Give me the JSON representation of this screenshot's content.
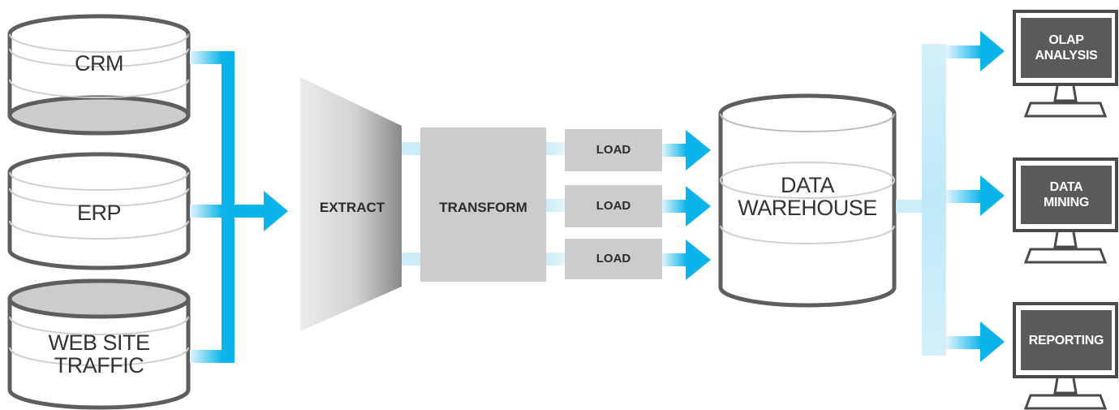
{
  "sources": [
    {
      "id": "crm",
      "label": "CRM"
    },
    {
      "id": "erp",
      "label": "ERP"
    },
    {
      "id": "web",
      "label": "WEB SITE\nTRAFFIC"
    }
  ],
  "extract": {
    "label": "EXTRACT"
  },
  "transform": {
    "label": "TRANSFORM"
  },
  "loads": [
    {
      "label": "LOAD"
    },
    {
      "label": "LOAD"
    },
    {
      "label": "LOAD"
    }
  ],
  "warehouse": {
    "label": "DATA\nWAREHOUSE"
  },
  "outputs": [
    {
      "id": "olap",
      "label": "OLAP\nANALYSIS"
    },
    {
      "id": "mining",
      "label": "DATA\nMINING"
    },
    {
      "id": "reporting",
      "label": "REPORTING"
    }
  ],
  "colors": {
    "arrow_blue": "#0ab4ea",
    "arrow_light": "#cdeef9",
    "box_gray": "#cccccc",
    "db_outline": "#5e5e5e",
    "monitor_dark": "#5a5a5a"
  }
}
